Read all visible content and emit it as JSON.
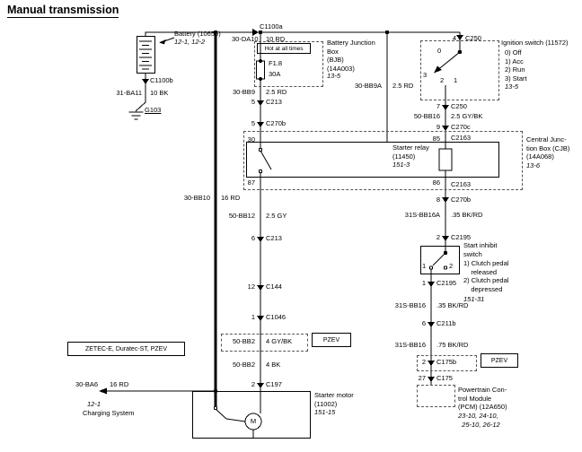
{
  "title": "Manual transmission",
  "battery": {
    "name": "Battery (10655)",
    "ref": "12-1, 12-2",
    "top_conn": "C1100a",
    "top_circuit": "30-DA10",
    "top_gauge": "10 RD",
    "bottom_conn": "C1100b",
    "bottom_circuit": "31-BA11",
    "bottom_gauge": "10 BK",
    "ground": "G103"
  },
  "bjb": {
    "hot": "Hot at all times",
    "fuse": "F1.8",
    "amps": "30A",
    "label": "Battery Junction\nBox\n(BJB)\n(14A003)",
    "ref": "13-5",
    "out_circuit": "30-BB9",
    "out_gauge": "2.5 RD",
    "c213_pin": "5",
    "c213": "C213",
    "c270b_pin": "5",
    "c270b": "C270b"
  },
  "ignition_feed": {
    "circuit": "30-BB9A",
    "gauge": "2.5 RD"
  },
  "battery_cable": {
    "circuit": "30-BB10",
    "gauge": "16 RD"
  },
  "ignition": {
    "pin4": "4",
    "c250": "C250",
    "label": "Ignition switch (11572)",
    "items": "0) Off\n1) Acc\n2) Run\n3) Start",
    "ref": "13-5",
    "contact0": "0",
    "contact1": "1",
    "contact2": "2",
    "contact3": "3",
    "pin7": "7",
    "out_c250": "C250",
    "out_circuit": "50-BB16",
    "out_gauge": "2.5 GY/BK",
    "pin9": "9",
    "c270c": "C270c"
  },
  "cjb": {
    "label": "Central Junc-\ntion Box (CJB)\n(14A068)",
    "ref": "13-6",
    "pin30": "30",
    "pin87": "87",
    "pin85": "85",
    "pin86": "86",
    "c2163_top": "C2163",
    "c2163_bottom": "C2163"
  },
  "relay": {
    "label": "Starter relay\n(11450)",
    "ref": "151-3"
  },
  "coil_out": {
    "pin8": "8",
    "c270b": "C270b",
    "circuit": "31S-BB16A",
    "gauge": ".35 BK/RD",
    "pin2": "2",
    "c2195": "C2195"
  },
  "inhibit": {
    "label": "Start inhibit\nswitch",
    "items": "1) Clutch pedal\n    released\n2) Clutch pedal\n    depressed",
    "ref": "151-31",
    "contact1": "1",
    "contact2": "2",
    "out_pin": "1",
    "out_conn": "C2195"
  },
  "pcm_feed": {
    "circuit1": "31S-BB16",
    "gauge1": ".35 BK/RD",
    "pin6": "6",
    "c211b": "C211b",
    "circuit2": "31S-BB16",
    "gauge2": ".75 BK/RD",
    "pzev_pin": "2",
    "pzev_conn": "C175b",
    "pzev": "PZEV",
    "pin27": "27",
    "c175": "C175"
  },
  "pcm": {
    "label": "Powertrain Con-\ntrol Module\n(PCM) (12A650)",
    "ref": "23-10, 24-10,\n  25-10, 26-12"
  },
  "relay_out": {
    "circuit": "50-BB12",
    "gauge": "2.5 GY",
    "pin6": "6",
    "c213": "C213",
    "pin12": "12",
    "c144": "C144",
    "pin1": "1",
    "c1046": "C1046",
    "pzev_circuit": "50-BB2",
    "pzev_gauge": "4 GY/BK",
    "pzev": "PZEV",
    "circuit2": "50-BB2",
    "gauge2": "4 BK",
    "pin2": "2",
    "c197": "C197"
  },
  "variants": {
    "zetec": "ZETEC-E, Duratec-ST, PZEV"
  },
  "charging": {
    "circuit": "30-BA6",
    "gauge": "16 RD",
    "ref": "12-1",
    "name": "Charging System"
  },
  "starter": {
    "label": "Starter motor\n(11002)",
    "ref": "151-15",
    "motor": "M"
  }
}
